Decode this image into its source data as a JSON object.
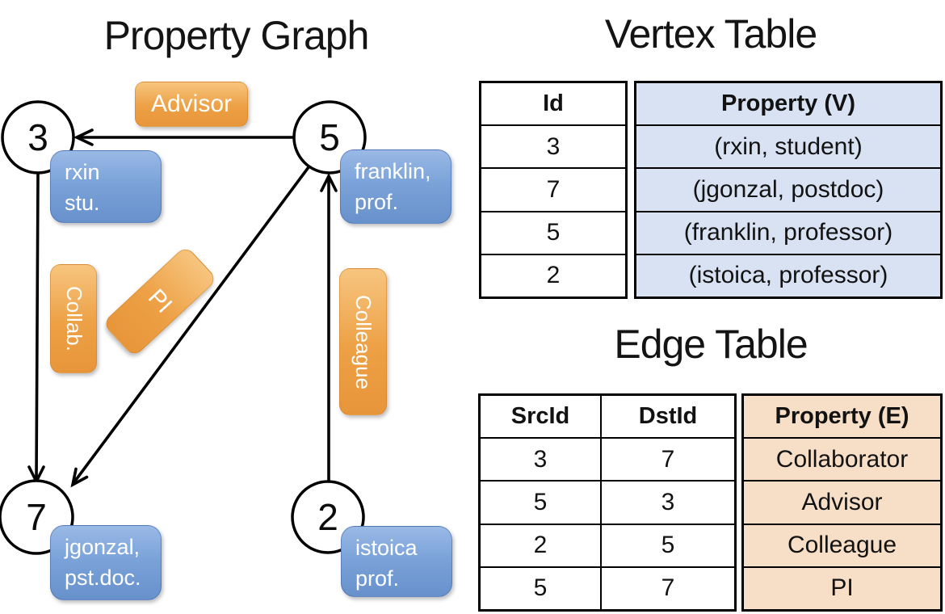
{
  "graph": {
    "title": "Property Graph",
    "nodes": [
      {
        "id": "3",
        "label_line1": "rxin",
        "label_line2": "stu."
      },
      {
        "id": "5",
        "label_line1": "franklin,",
        "label_line2": "prof."
      },
      {
        "id": "7",
        "label_line1": "jgonzal,",
        "label_line2": "pst.doc."
      },
      {
        "id": "2",
        "label_line1": "istoica",
        "label_line2": "prof."
      }
    ],
    "edge_labels": {
      "advisor": "Advisor",
      "collab": "Collab.",
      "pi": "PI",
      "colleague": "Colleague"
    },
    "edges": [
      {
        "from": "5",
        "to": "3"
      },
      {
        "from": "3",
        "to": "7"
      },
      {
        "from": "5",
        "to": "7"
      },
      {
        "from": "2",
        "to": "5"
      }
    ]
  },
  "vertex_table": {
    "title": "Vertex Table",
    "columns": {
      "id": "Id",
      "property": "Property (V)"
    },
    "rows": [
      {
        "id": "3",
        "property": "(rxin, student)"
      },
      {
        "id": "7",
        "property": "(jgonzal, postdoc)"
      },
      {
        "id": "5",
        "property": "(franklin, professor)"
      },
      {
        "id": "2",
        "property": "(istoica, professor)"
      }
    ]
  },
  "edge_table": {
    "title": "Edge Table",
    "columns": {
      "src": "SrcId",
      "dst": "DstId",
      "property": "Property (E)"
    },
    "rows": [
      {
        "src": "3",
        "dst": "7",
        "property": "Collaborator"
      },
      {
        "src": "5",
        "dst": "3",
        "property": "Advisor"
      },
      {
        "src": "2",
        "dst": "5",
        "property": "Colleague"
      },
      {
        "src": "5",
        "dst": "7",
        "property": "PI"
      }
    ]
  },
  "colors": {
    "vertex_box": "#7ba3d9",
    "edge_box": "#eda045",
    "vertex_table_fill": "#d9e2f3",
    "edge_table_fill": "#f6dfc6",
    "line": "#000000",
    "background": "#ffffff"
  }
}
